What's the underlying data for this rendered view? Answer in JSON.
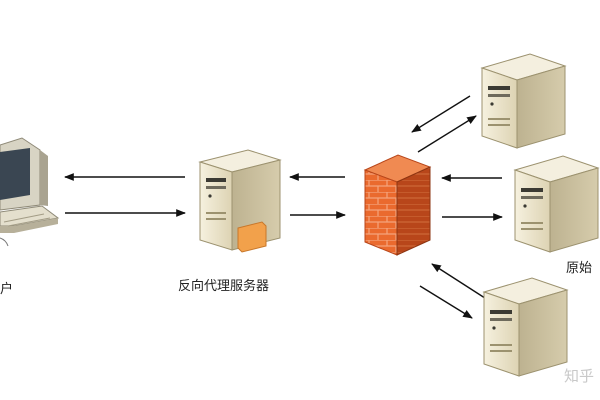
{
  "labels": {
    "client": "户",
    "reverse_proxy": "反向代理服务器",
    "origin": "原始"
  },
  "watermark": "知乎",
  "colors": {
    "server_body": "#e9e2c9",
    "server_side": "#b9ae8b",
    "server_top": "#f4efdf",
    "firewall_front": "#e8642a",
    "firewall_side": "#b8461a",
    "arrow": "#111111",
    "label_bg": "#f2a14b"
  }
}
